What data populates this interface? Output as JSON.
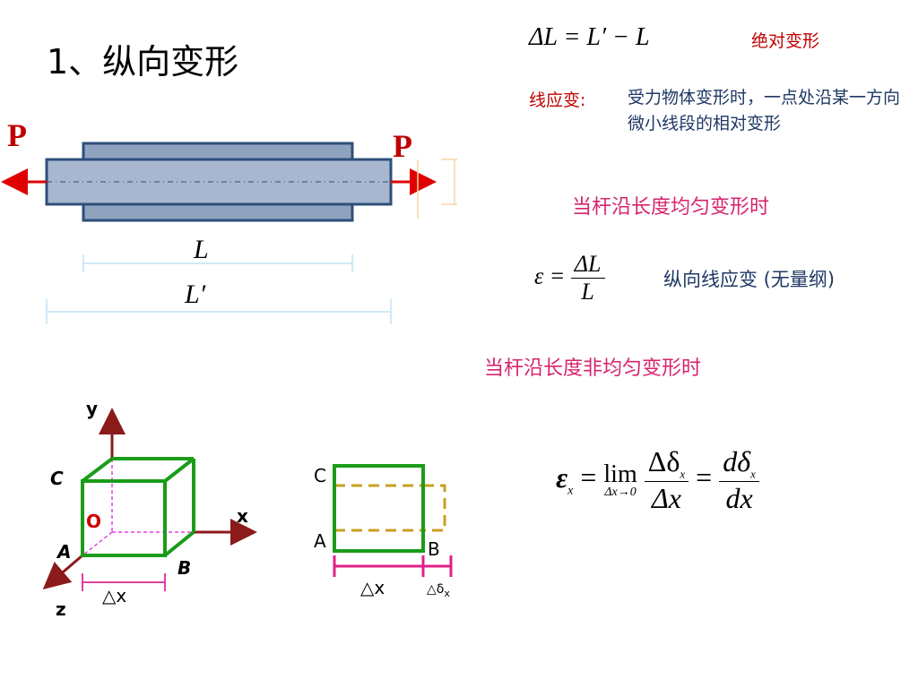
{
  "title": "1、纵向变形",
  "formula_top": "ΔL = L′ − L",
  "absolute_deformation": "绝对变形",
  "definition_label": "线应变:",
  "definition_text": "受力物体变形时，一点处沿某一方向微小线段的相对变形",
  "uniform_caption": "当杆沿长度均匀变形时",
  "strain_formula": {
    "lhs": "ε =",
    "num": "ΔL",
    "den": "L"
  },
  "longitudinal_strain": "纵向线应变 (无量纲)",
  "nonuniform_caption": "当杆沿长度非均匀变形时",
  "limit_formula": {
    "lhs": "ε",
    "lhs_sub": "x",
    "eq": "=",
    "lim": "lim",
    "lim_sub": "Δx→0",
    "num1": "Δδ",
    "num1_sub": "x",
    "den1": "Δx",
    "num2": "dδ",
    "num2_sub": "x",
    "den2": "dx"
  },
  "rod": {
    "force_left": "P",
    "force_right": "P",
    "length_label": "L",
    "deformed_length_label": "L′"
  },
  "cube": {
    "axis_y": "y",
    "axis_x": "x",
    "axis_z": "z",
    "corner_c": "C",
    "corner_a": "A",
    "corner_b": "B",
    "origin": "O",
    "width_label": "△x"
  },
  "element": {
    "corner_c": "C",
    "corner_a": "A",
    "corner_b": "B",
    "width_label": "△x",
    "elongation_label": "△δ",
    "elongation_sub": "x"
  },
  "colors": {
    "accent_red": "#c00000",
    "pink": "#d6236e",
    "navy_text": "#1f3864",
    "rod_fill": "#8fa3bf",
    "rod_stroke": "#2e4f7a",
    "cube_green": "#1a9c1a",
    "axis_maroon": "#8b1a1a",
    "dashed_gold": "#c8a020",
    "dashed_magenta": "#e040e0"
  }
}
